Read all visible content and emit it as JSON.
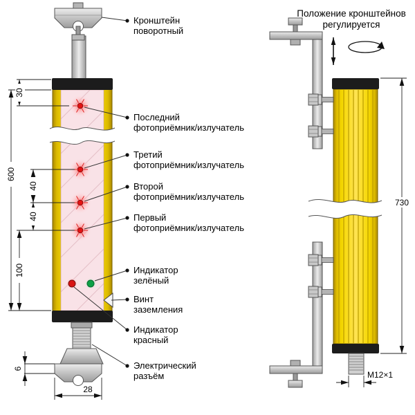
{
  "note": {
    "l1": "Положение кронштейнов",
    "l2": "регулируется"
  },
  "callouts": [
    {
      "l1": "Кронштейн",
      "l2": "поворотный"
    },
    {
      "l1": "Последний",
      "l2": "фотоприёмник/излучатель"
    },
    {
      "l1": "Третий",
      "l2": "фотоприёмник/излучатель"
    },
    {
      "l1": "Второй",
      "l2": "фотоприёмник/излучатель"
    },
    {
      "l1": "Индикатор",
      "l2": "зелёный"
    },
    {
      "l1": "Первый",
      "l2": "фотоприёмник/излучатель"
    },
    {
      "l1": "Винт",
      "l2": "заземления"
    },
    {
      "l1": "Индикатор",
      "l2": "красный"
    },
    {
      "l1": "Электрический",
      "l2": "разъём"
    }
  ],
  "dimensions": {
    "top_offset": "30",
    "sensing_length": "600",
    "beam_step_a": "40",
    "beam_step_b": "40",
    "bottom_offset": "100",
    "plate_thickness": "6",
    "housing_width": "28",
    "overall_length": "730",
    "thread": "M12×1"
  },
  "colors": {
    "housing_yellow": "#f2cf00",
    "end_cap_black": "#1c1c1c",
    "window_pink": "#f9e2e7",
    "beam_led_red": "#e31313",
    "indicator_red": "#d81414",
    "indicator_green": "#0fa047",
    "metal_gray": "#c6c6c6"
  }
}
